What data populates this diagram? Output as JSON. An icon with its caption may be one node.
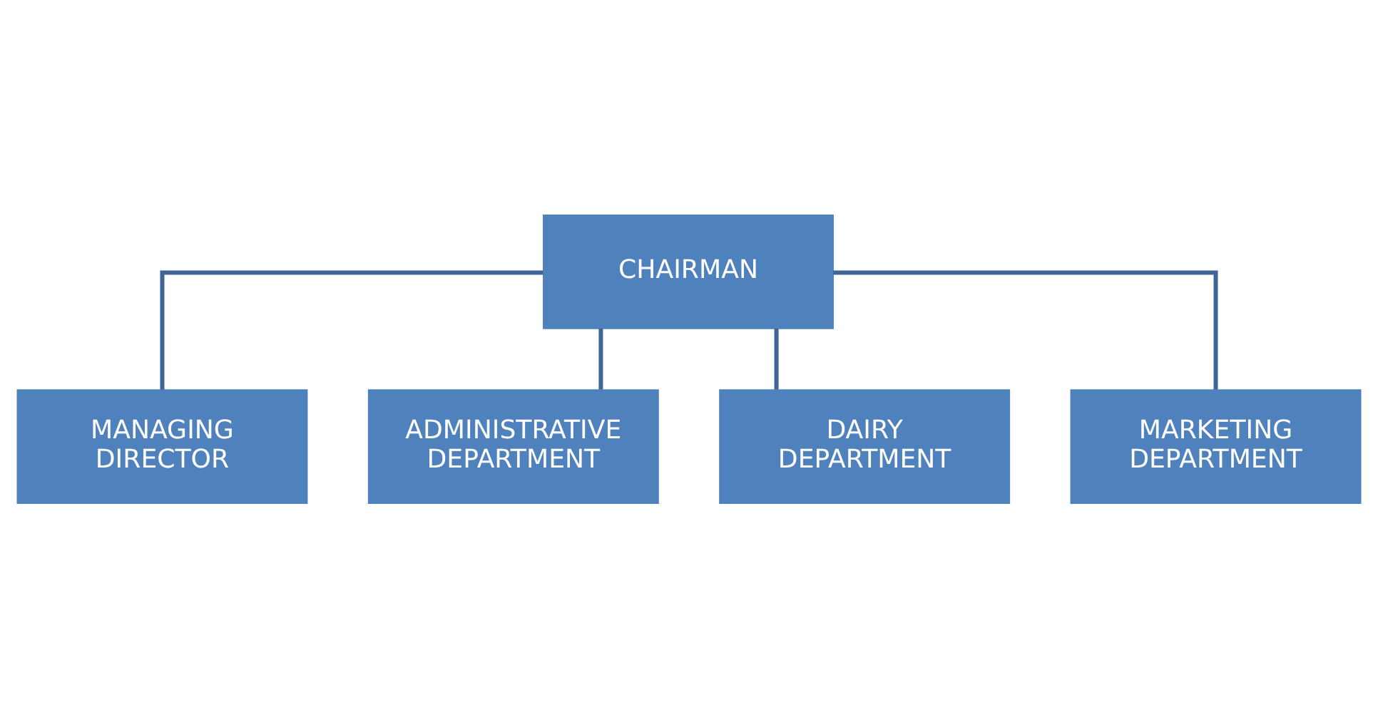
{
  "diagram": {
    "nodes": [
      {
        "text": [
          "CHAIRMAN"
        ]
      },
      {
        "text": [
          "MANAGING DIRECTOR"
        ]
      },
      {
        "text": [
          "ADMINISTRATIVE DEPARTMENT"
        ]
      },
      {
        "text": [
          "DAIRY DEPARTMENT"
        ]
      },
      {
        "text": [
          "MARKETING DEPARTMENT"
        ]
      }
    ],
    "edges": [
      {
        "from": 0,
        "to": 1,
        "arrow": "none"
      },
      {
        "from": 0,
        "to": 2,
        "arrow": "none"
      },
      {
        "from": 0,
        "to": 3,
        "arrow": "none"
      },
      {
        "from": 0,
        "to": 4,
        "arrow": "none"
      }
    ]
  }
}
